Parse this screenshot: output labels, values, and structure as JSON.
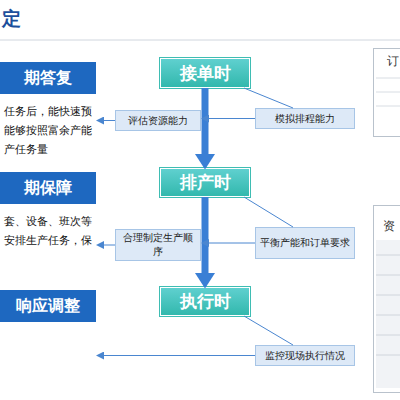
{
  "diagram": {
    "title": "定",
    "nodes": [
      {
        "text": [
          "期答复",
          "任务后，能快速预 能够按照富余产能 产任务量"
        ]
      },
      {
        "text": [
          "接单时"
        ]
      },
      {
        "text": [
          "评估资源能力"
        ]
      },
      {
        "text": [
          "模拟排程能力"
        ]
      },
      {
        "text": [
          "期保障",
          "套、设备、班次等 安排生产任务，保"
        ]
      },
      {
        "text": [
          "排产时"
        ]
      },
      {
        "text": [
          "合理制定生产顺序"
        ]
      },
      {
        "text": [
          "平衡产能和订单要求"
        ]
      },
      {
        "text": [
          "响应调整"
        ]
      },
      {
        "text": [
          "执行时"
        ]
      },
      {
        "text": [
          "监控现场执行情况"
        ]
      }
    ],
    "edges": [
      {
        "from": 1,
        "to": 5,
        "arrow": "to"
      },
      {
        "from": 5,
        "to": 9,
        "arrow": "to"
      },
      {
        "from": 1,
        "to": 3,
        "arrow": "none"
      },
      {
        "from": 3,
        "to": 2,
        "arrow": "to"
      },
      {
        "from": 2,
        "to": 0,
        "arrow": "to"
      },
      {
        "from": 5,
        "to": 7,
        "arrow": "none"
      },
      {
        "from": 7,
        "to": 6,
        "arrow": "to"
      },
      {
        "from": 6,
        "to": 4,
        "arrow": "to"
      },
      {
        "from": 9,
        "to": 10,
        "arrow": "none"
      },
      {
        "from": 10,
        "to": 8,
        "arrow": "to"
      }
    ],
    "labels": [
      "订",
      "资"
    ]
  }
}
